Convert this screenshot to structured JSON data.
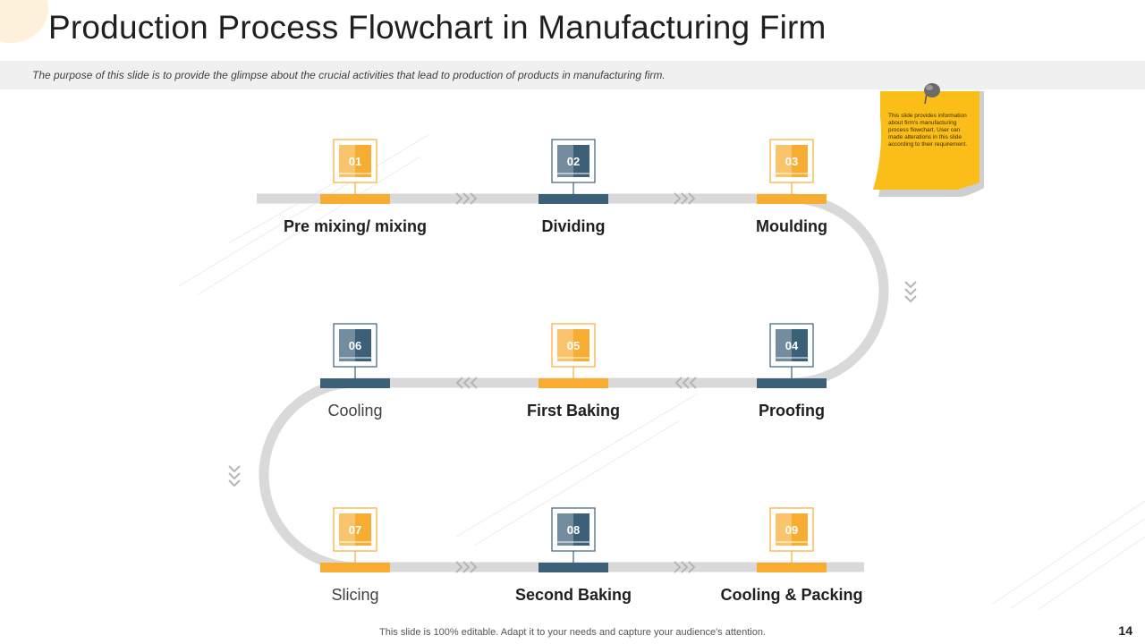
{
  "slide": {
    "title": "Production Process Flowchart in Manufacturing Firm",
    "purpose": "The purpose of this slide is to provide the glimpse about the crucial activities that lead to production of products in manufacturing firm.",
    "note": "This slide provides information about firm's manufacturing process flowchart. User can made alterations in this slide according to their requirement.",
    "footer": "This slide is 100% editable. Adapt it to your needs and capture your audience's attention.",
    "page_number": "14"
  },
  "colors": {
    "orange": "#f6ad32",
    "slate": "#3d6079",
    "track": "#d9d9d9",
    "sticky": "#fbbd17"
  },
  "steps": [
    {
      "number": "01",
      "label": "Pre mixing/ mixing",
      "color": "orange",
      "emphasis": true
    },
    {
      "number": "02",
      "label": "Dividing",
      "color": "slate",
      "emphasis": true
    },
    {
      "number": "03",
      "label": "Moulding",
      "color": "orange",
      "emphasis": true
    },
    {
      "number": "04",
      "label": "Proofing",
      "color": "slate",
      "emphasis": true
    },
    {
      "number": "05",
      "label": "First Baking",
      "color": "orange",
      "emphasis": true
    },
    {
      "number": "06",
      "label": "Cooling",
      "color": "slate",
      "emphasis": false
    },
    {
      "number": "07",
      "label": "Slicing",
      "color": "orange",
      "emphasis": false
    },
    {
      "number": "08",
      "label": "Second Baking",
      "color": "slate",
      "emphasis": true
    },
    {
      "number": "09",
      "label": "Cooling & Packing",
      "color": "orange",
      "emphasis": true
    }
  ]
}
